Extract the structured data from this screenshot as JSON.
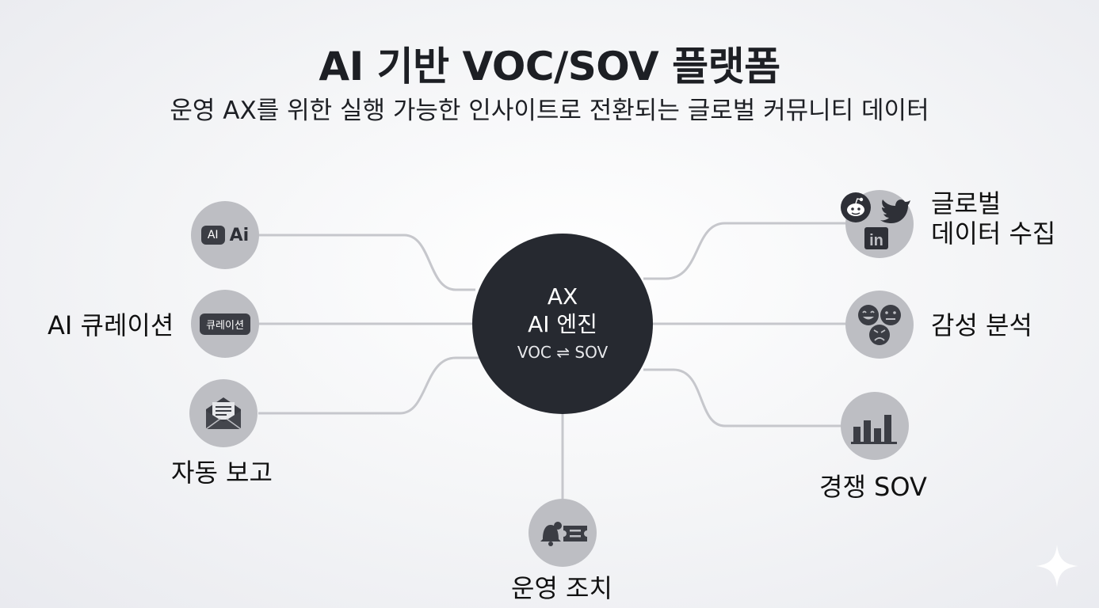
{
  "title": "AI 기반 VOC/SOV 플랫폼",
  "subtitle": "운영 AX를 위한 실행 가능한 인사이트로 전환되는 글로벌 커뮤니티 데이터",
  "hub": {
    "line1": "AX",
    "line2": "AI 엔진",
    "line3": "VOC ⇌ SOV"
  },
  "nodes": {
    "ai_icon": {
      "badge_text": "AI",
      "glyph": "Ai"
    },
    "curation": {
      "label": "AI 큐레이션",
      "badge_text": "큐레이션"
    },
    "auto_report": {
      "label": "자동 보고"
    },
    "operations": {
      "label": "운영 조치"
    },
    "global_data": {
      "label_line1": "글로벌",
      "label_line2": "데이터 수집",
      "linkedin_text": "in"
    },
    "sentiment": {
      "label": "감성 분석"
    },
    "competitive_sov": {
      "label": "경쟁 SOV"
    }
  },
  "icons": [
    "ai-icon",
    "curation-badge-icon",
    "mail-icon",
    "bell-icon",
    "ticket-icon",
    "reddit-icon",
    "twitter-icon",
    "linkedin-icon",
    "emoji-icon",
    "bar-chart-icon",
    "sparkle-icon"
  ],
  "colors": {
    "hub": "#262930",
    "node": "#bdbec3",
    "line": "#c2c3c8",
    "text": "#111111"
  }
}
